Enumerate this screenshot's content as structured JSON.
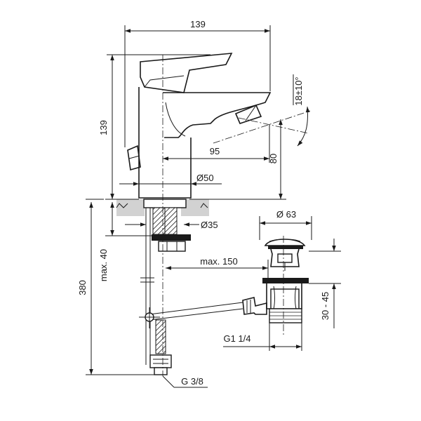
{
  "dimensions": {
    "overall_width": "139",
    "overall_height": "139",
    "lever_tilt": "18±10°",
    "spout_reach": "95",
    "spout_height": "80",
    "body_diameter": "Ø50",
    "hole_diameter": "Ø35",
    "waste_head_diameter": "Ø 63",
    "max_thickness": "max. 40",
    "max_rod_reach": "max. 150",
    "hose_length": "380",
    "waste_adjust": "30 - 45",
    "waste_thread": "G1 1/4",
    "supply_thread": "G 3/8"
  }
}
